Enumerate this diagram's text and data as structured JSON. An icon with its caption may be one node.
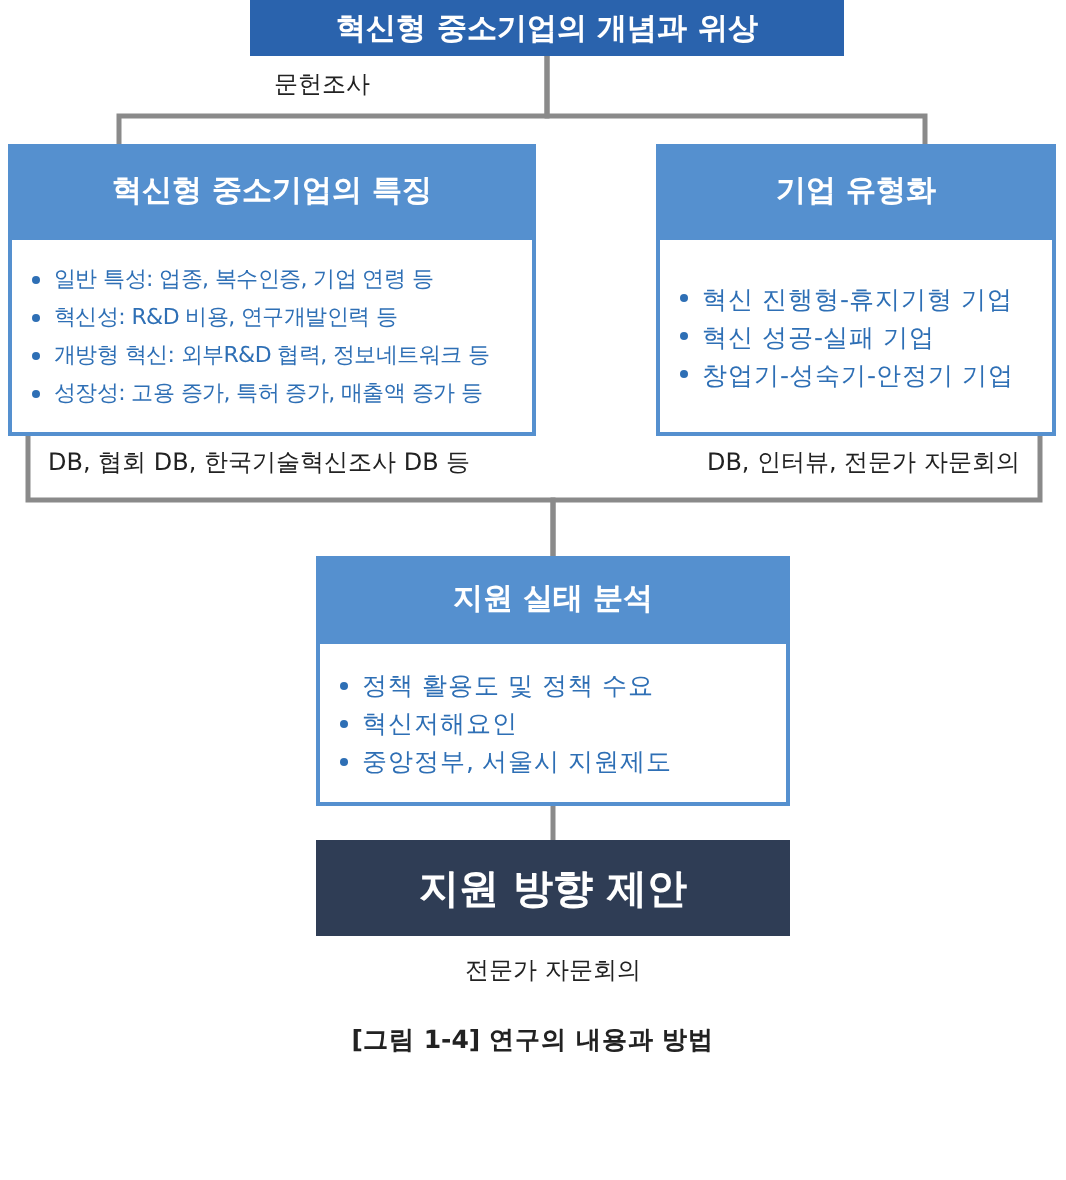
{
  "diagram": {
    "caption": "[그림 1-4] 연구의 내용과 방법",
    "nodes": [
      {
        "text": [
          "혁신형 중소기업의 개념과 위상"
        ],
        "beside": [
          "문헌조사"
        ]
      },
      {
        "text": [
          "혁신형 중소기업의 특징",
          "일반 특성: 업종, 복수인증, 기업 연령 등",
          "혁신성: R&D 비용, 연구개발인력 등",
          "개방형 혁신: 외부R&D 협력, 정보네트워크 등",
          "성장성: 고용 증가, 특허 증가, 매출액 증가 등"
        ],
        "beside": [
          "DB, 협회 DB, 한국기술혁신조사 DB 등"
        ]
      },
      {
        "text": [
          "기업 유형화",
          "혁신 진행형-휴지기형 기업",
          "혁신 성공-실패 기업",
          "창업기-성숙기-안정기 기업"
        ],
        "beside": [
          "DB, 인터뷰, 전문가 자문회의"
        ]
      },
      {
        "text": [
          "지원 실태 분석",
          "정책 활용도 및 정책 수요",
          "혁신저해요인",
          "중앙정부, 서울시 지원제도"
        ]
      },
      {
        "text": [
          "지원 방향 제안"
        ],
        "beside": [
          "전문가 자문회의"
        ]
      }
    ],
    "edges": [
      {
        "from": 0,
        "to": 1,
        "arrow": "none"
      },
      {
        "from": 0,
        "to": 2,
        "arrow": "none"
      },
      {
        "from": 1,
        "to": 3,
        "arrow": "none"
      },
      {
        "from": 2,
        "to": 3,
        "arrow": "none"
      },
      {
        "from": 3,
        "to": 4,
        "arrow": "none"
      }
    ]
  }
}
